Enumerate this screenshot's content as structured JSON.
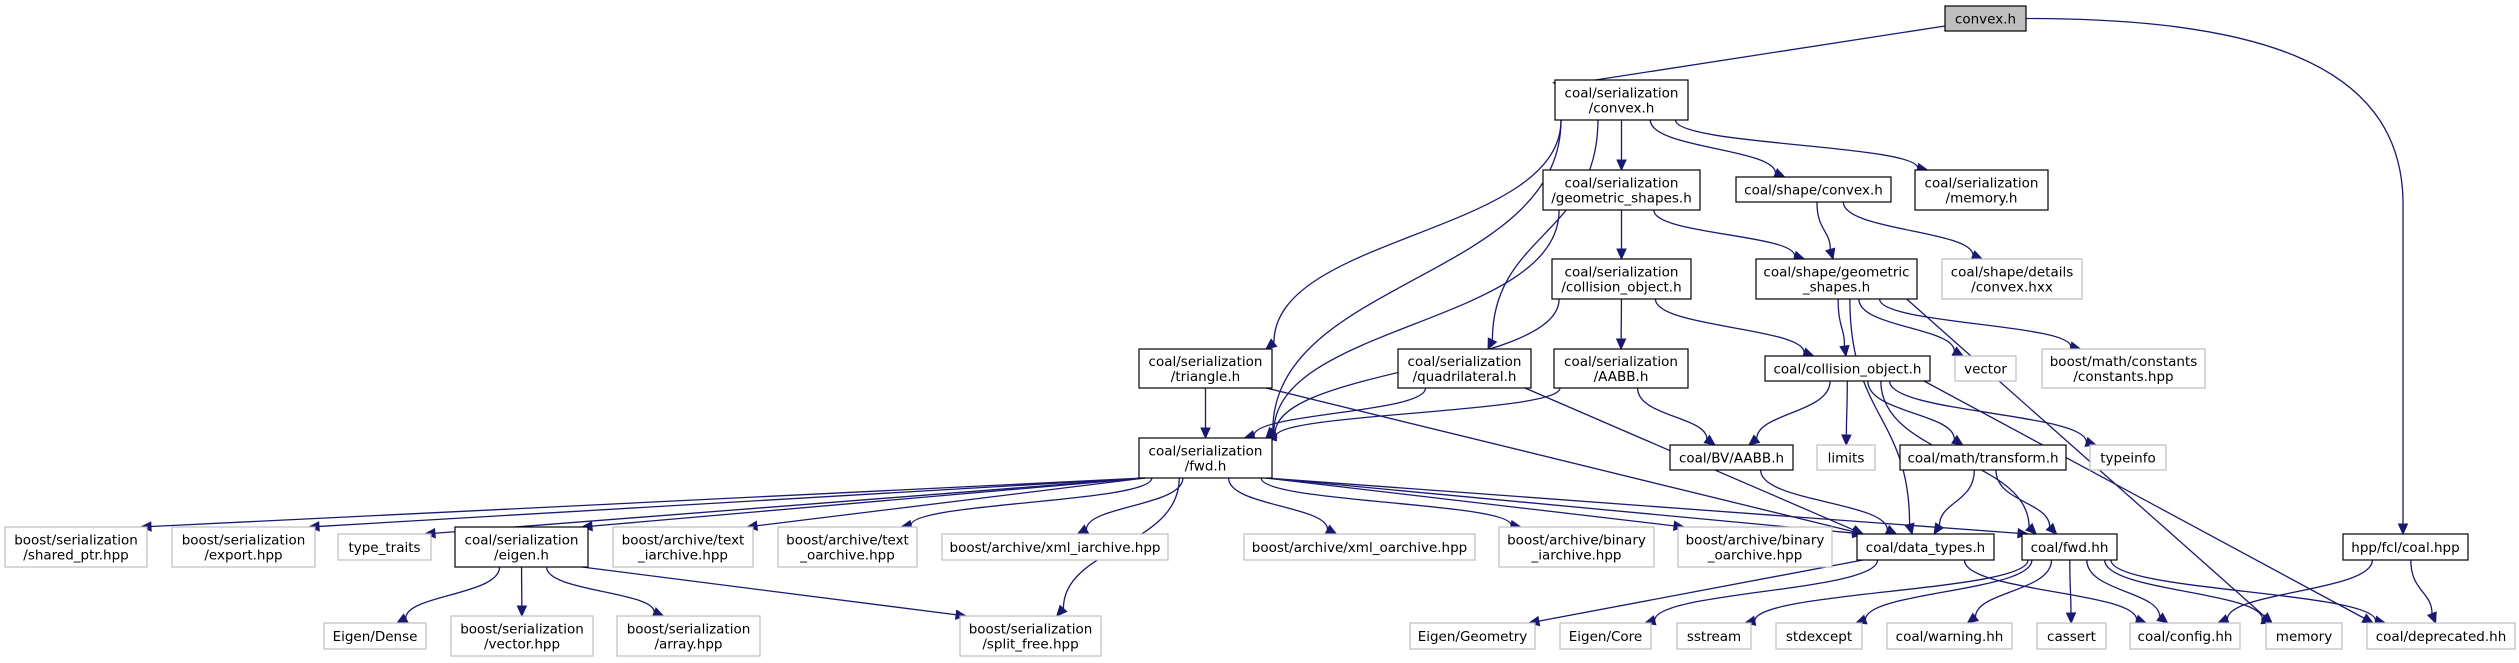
{
  "diagram": {
    "type": "include-dependency-graph",
    "edge_color": "#191970",
    "root_fill": "#bfbfbf",
    "nodes": [
      {
        "id": "root",
        "label": [
          "convex.h"
        ],
        "kind": "root"
      },
      {
        "id": "ser_convex",
        "label": [
          "coal/serialization",
          "/convex.h"
        ],
        "kind": "doc"
      },
      {
        "id": "ser_geom",
        "label": [
          "coal/serialization",
          "/geometric_shapes.h"
        ],
        "kind": "doc"
      },
      {
        "id": "shape_convex",
        "label": [
          "coal/shape/convex.h"
        ],
        "kind": "doc"
      },
      {
        "id": "ser_memory",
        "label": [
          "coal/serialization",
          "/memory.h"
        ],
        "kind": "doc"
      },
      {
        "id": "ser_collobj",
        "label": [
          "coal/serialization",
          "/collision_object.h"
        ],
        "kind": "doc"
      },
      {
        "id": "shape_geom",
        "label": [
          "coal/shape/geometric",
          "_shapes.h"
        ],
        "kind": "doc"
      },
      {
        "id": "details_convex",
        "label": [
          "coal/shape/details",
          "/convex.hxx"
        ],
        "kind": "ext"
      },
      {
        "id": "ser_triangle",
        "label": [
          "coal/serialization",
          "/triangle.h"
        ],
        "kind": "doc"
      },
      {
        "id": "ser_quad",
        "label": [
          "coal/serialization",
          "/quadrilateral.h"
        ],
        "kind": "doc"
      },
      {
        "id": "ser_aabb",
        "label": [
          "coal/serialization",
          "/AABB.h"
        ],
        "kind": "doc"
      },
      {
        "id": "collobj",
        "label": [
          "coal/collision_object.h"
        ],
        "kind": "doc"
      },
      {
        "id": "vector",
        "label": [
          "vector"
        ],
        "kind": "ext"
      },
      {
        "id": "constants",
        "label": [
          "boost/math/constants",
          "/constants.hpp"
        ],
        "kind": "ext"
      },
      {
        "id": "ser_fwd",
        "label": [
          "coal/serialization",
          "/fwd.h"
        ],
        "kind": "doc"
      },
      {
        "id": "bv_aabb",
        "label": [
          "coal/BV/AABB.h"
        ],
        "kind": "doc"
      },
      {
        "id": "limits",
        "label": [
          "limits"
        ],
        "kind": "ext"
      },
      {
        "id": "transform",
        "label": [
          "coal/math/transform.h"
        ],
        "kind": "doc"
      },
      {
        "id": "typeinfo",
        "label": [
          "typeinfo"
        ],
        "kind": "ext"
      },
      {
        "id": "shared_ptr",
        "label": [
          "boost/serialization",
          "/shared_ptr.hpp"
        ],
        "kind": "ext"
      },
      {
        "id": "export",
        "label": [
          "boost/serialization",
          "/export.hpp"
        ],
        "kind": "ext"
      },
      {
        "id": "type_traits",
        "label": [
          "type_traits"
        ],
        "kind": "ext"
      },
      {
        "id": "ser_eigen",
        "label": [
          "coal/serialization",
          "/eigen.h"
        ],
        "kind": "doc"
      },
      {
        "id": "text_i",
        "label": [
          "boost/archive/text",
          "_iarchive.hpp"
        ],
        "kind": "ext"
      },
      {
        "id": "text_o",
        "label": [
          "boost/archive/text",
          "_oarchive.hpp"
        ],
        "kind": "ext"
      },
      {
        "id": "xml_i",
        "label": [
          "boost/archive/xml_iarchive.hpp"
        ],
        "kind": "ext"
      },
      {
        "id": "xml_o",
        "label": [
          "boost/archive/xml_oarchive.hpp"
        ],
        "kind": "ext"
      },
      {
        "id": "bin_i",
        "label": [
          "boost/archive/binary",
          "_iarchive.hpp"
        ],
        "kind": "ext"
      },
      {
        "id": "bin_o",
        "label": [
          "boost/archive/binary",
          "_oarchive.hpp"
        ],
        "kind": "ext"
      },
      {
        "id": "data_types",
        "label": [
          "coal/data_types.h"
        ],
        "kind": "doc"
      },
      {
        "id": "fwd_hh",
        "label": [
          "coal/fwd.hh"
        ],
        "kind": "doc"
      },
      {
        "id": "hpp_fcl",
        "label": [
          "hpp/fcl/coal.hpp"
        ],
        "kind": "doc"
      },
      {
        "id": "eigen_dense",
        "label": [
          "Eigen/Dense"
        ],
        "kind": "ext"
      },
      {
        "id": "ser_vector",
        "label": [
          "boost/serialization",
          "/vector.hpp"
        ],
        "kind": "ext"
      },
      {
        "id": "ser_array",
        "label": [
          "boost/serialization",
          "/array.hpp"
        ],
        "kind": "ext"
      },
      {
        "id": "split_free",
        "label": [
          "boost/serialization",
          "/split_free.hpp"
        ],
        "kind": "ext"
      },
      {
        "id": "eigen_geom",
        "label": [
          "Eigen/Geometry"
        ],
        "kind": "ext"
      },
      {
        "id": "eigen_core",
        "label": [
          "Eigen/Core"
        ],
        "kind": "ext"
      },
      {
        "id": "sstream",
        "label": [
          "sstream"
        ],
        "kind": "ext"
      },
      {
        "id": "stdexcept",
        "label": [
          "stdexcept"
        ],
        "kind": "ext"
      },
      {
        "id": "warning",
        "label": [
          "coal/warning.hh"
        ],
        "kind": "ext"
      },
      {
        "id": "cassert",
        "label": [
          "cassert"
        ],
        "kind": "ext"
      },
      {
        "id": "config",
        "label": [
          "coal/config.hh"
        ],
        "kind": "ext"
      },
      {
        "id": "memory",
        "label": [
          "memory"
        ],
        "kind": "ext"
      },
      {
        "id": "deprecated",
        "label": [
          "coal/deprecated.hh"
        ],
        "kind": "ext"
      }
    ],
    "edges": [
      [
        "root",
        "ser_convex"
      ],
      [
        "root",
        "hpp_fcl"
      ],
      [
        "ser_convex",
        "ser_fwd"
      ],
      [
        "ser_convex",
        "ser_triangle"
      ],
      [
        "ser_convex",
        "ser_quad"
      ],
      [
        "ser_convex",
        "ser_geom"
      ],
      [
        "ser_convex",
        "shape_convex"
      ],
      [
        "ser_convex",
        "ser_memory"
      ],
      [
        "ser_geom",
        "ser_fwd"
      ],
      [
        "ser_geom",
        "ser_collobj"
      ],
      [
        "ser_geom",
        "shape_geom"
      ],
      [
        "shape_convex",
        "shape_geom"
      ],
      [
        "shape_convex",
        "details_convex"
      ],
      [
        "ser_collobj",
        "ser_fwd"
      ],
      [
        "ser_collobj",
        "ser_aabb"
      ],
      [
        "ser_collobj",
        "collobj"
      ],
      [
        "shape_geom",
        "collobj"
      ],
      [
        "shape_geom",
        "vector"
      ],
      [
        "shape_geom",
        "constants"
      ],
      [
        "shape_geom",
        "data_types"
      ],
      [
        "shape_geom",
        "memory"
      ],
      [
        "ser_triangle",
        "ser_fwd"
      ],
      [
        "ser_triangle",
        "data_types"
      ],
      [
        "ser_quad",
        "ser_fwd"
      ],
      [
        "ser_quad",
        "data_types"
      ],
      [
        "ser_aabb",
        "ser_fwd"
      ],
      [
        "ser_aabb",
        "bv_aabb"
      ],
      [
        "collobj",
        "bv_aabb"
      ],
      [
        "collobj",
        "limits"
      ],
      [
        "collobj",
        "transform"
      ],
      [
        "collobj",
        "typeinfo"
      ],
      [
        "collobj",
        "fwd_hh"
      ],
      [
        "collobj",
        "deprecated"
      ],
      [
        "bv_aabb",
        "data_types"
      ],
      [
        "transform",
        "data_types"
      ],
      [
        "transform",
        "fwd_hh"
      ],
      [
        "ser_fwd",
        "shared_ptr"
      ],
      [
        "ser_fwd",
        "export"
      ],
      [
        "ser_fwd",
        "type_traits"
      ],
      [
        "ser_fwd",
        "ser_eigen"
      ],
      [
        "ser_fwd",
        "text_i"
      ],
      [
        "ser_fwd",
        "text_o"
      ],
      [
        "ser_fwd",
        "xml_i"
      ],
      [
        "ser_fwd",
        "xml_o"
      ],
      [
        "ser_fwd",
        "bin_i"
      ],
      [
        "ser_fwd",
        "bin_o"
      ],
      [
        "ser_fwd",
        "data_types"
      ],
      [
        "ser_fwd",
        "fwd_hh"
      ],
      [
        "ser_fwd",
        "split_free"
      ],
      [
        "ser_eigen",
        "eigen_dense"
      ],
      [
        "ser_eigen",
        "ser_vector"
      ],
      [
        "ser_eigen",
        "ser_array"
      ],
      [
        "ser_eigen",
        "split_free"
      ],
      [
        "data_types",
        "eigen_geom"
      ],
      [
        "data_types",
        "eigen_core"
      ],
      [
        "data_types",
        "config"
      ],
      [
        "fwd_hh",
        "sstream"
      ],
      [
        "fwd_hh",
        "stdexcept"
      ],
      [
        "fwd_hh",
        "warning"
      ],
      [
        "fwd_hh",
        "cassert"
      ],
      [
        "fwd_hh",
        "config"
      ],
      [
        "fwd_hh",
        "memory"
      ],
      [
        "fwd_hh",
        "deprecated"
      ],
      [
        "hpp_fcl",
        "config"
      ],
      [
        "hpp_fcl",
        "deprecated"
      ]
    ]
  }
}
